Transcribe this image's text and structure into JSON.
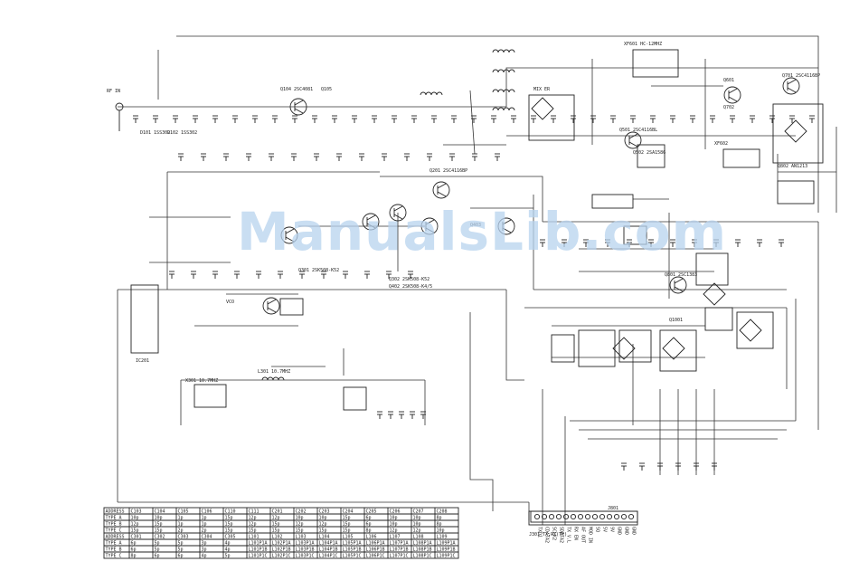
{
  "watermark": "ManualsLib.com",
  "labels": [
    {
      "id": "rf-in",
      "text": "RF IN"
    },
    {
      "id": "q104",
      "text": "Q104 2SC4081"
    },
    {
      "id": "q105",
      "text": "Q105"
    },
    {
      "id": "q201",
      "text": "Q201 2SC4116BP"
    },
    {
      "id": "q301",
      "text": "Q301 2SK508-K52"
    },
    {
      "id": "q302",
      "text": "Q302 2SK508-K52"
    },
    {
      "id": "q402",
      "text": "Q402 2SK508-K4/5"
    },
    {
      "id": "q403",
      "text": "Q403"
    },
    {
      "id": "q501",
      "text": "Q501 2SC4116BL"
    },
    {
      "id": "q502",
      "text": "Q502 2SA1586"
    },
    {
      "id": "q601",
      "text": "Q601"
    },
    {
      "id": "q701",
      "text": "Q701 2SC4116BP"
    },
    {
      "id": "q702",
      "text": "Q702"
    },
    {
      "id": "q801",
      "text": "Q801 2SC1383"
    },
    {
      "id": "q802",
      "text": "Q802 AN1213"
    },
    {
      "id": "d101",
      "text": "D101 1SS302"
    },
    {
      "id": "d102",
      "text": "D102 1SS302"
    },
    {
      "id": "xf601",
      "text": "XF601 HC-12MHZ"
    },
    {
      "id": "xf602",
      "text": "XF602"
    },
    {
      "id": "x301",
      "text": "X301 10.7MHZ"
    },
    {
      "id": "l301",
      "text": "L301 10.7MHZ"
    },
    {
      "id": "ic201",
      "text": "IC201"
    },
    {
      "id": "j301",
      "text": "J301 TX,RX(TP)"
    },
    {
      "id": "q1001",
      "text": "Q1001"
    },
    {
      "id": "mixer",
      "text": "MIX ER"
    },
    {
      "id": "vco",
      "text": "VCO"
    }
  ],
  "table1": {
    "header": [
      "ADDRESS",
      "C103",
      "C104",
      "C105",
      "C106",
      "C110",
      "C111",
      "C201",
      "C202",
      "C203",
      "C204",
      "C205",
      "C206",
      "C207",
      "C208"
    ],
    "rows": [
      [
        "TYPE A",
        "10p",
        "10p",
        "1p",
        "1p",
        "15p",
        "12p",
        "12p",
        "10p",
        "10p",
        "15p",
        "6p",
        "10p",
        "10p",
        "8p"
      ],
      [
        "TYPE B",
        "12p",
        "15p",
        "1p",
        "1p",
        "15p",
        "12p",
        "15p",
        "12p",
        "12p",
        "15p",
        "6p",
        "10p",
        "10p",
        "8p"
      ],
      [
        "TYPE C",
        "15p",
        "15p",
        "2p",
        "2p",
        "15p",
        "15p",
        "15p",
        "15p",
        "15p",
        "15p",
        "8p",
        "12p",
        "12p",
        "10p"
      ]
    ]
  },
  "table2": {
    "header": [
      "ADDRESS",
      "C301",
      "C302",
      "C303",
      "C304",
      "C305",
      "L101",
      "L102",
      "L103",
      "L104",
      "L105",
      "L106",
      "L107",
      "L108",
      "L109"
    ],
    "rows": [
      [
        "TYPE A",
        "6p",
        "5p",
        "5p",
        "3p",
        "4p",
        "L101P1A",
        "L102P1A",
        "L103P1A",
        "L104P1A",
        "L105P1A",
        "L106P1A",
        "L107P1A",
        "L108P1A",
        "L109P1A"
      ],
      [
        "TYPE B",
        "6p",
        "5p",
        "5p",
        "3p",
        "4p",
        "L101P1B",
        "L102P1B",
        "L103P1B",
        "L104P1B",
        "L105P1B",
        "L106P1B",
        "L107P1B",
        "L108P1B",
        "L109P1B"
      ],
      [
        "TYPE C",
        "8p",
        "6p",
        "6p",
        "4p",
        "5p",
        "L101P1C",
        "L102P1C",
        "L103P1C",
        "L104P1C",
        "L105P1C",
        "L106P1C",
        "L107P1C",
        "L108P1C",
        "L109P1C"
      ]
    ]
  },
  "connector": {
    "name": "J801",
    "pins": [
      "TXD1",
      "CDATA2",
      "SCLK2",
      "SDATA2",
      "TX V.L",
      "RX EN",
      "AF OUT",
      "MOD IN",
      "SQ",
      "5V",
      "9V",
      "GND",
      "GND",
      "GND"
    ]
  }
}
